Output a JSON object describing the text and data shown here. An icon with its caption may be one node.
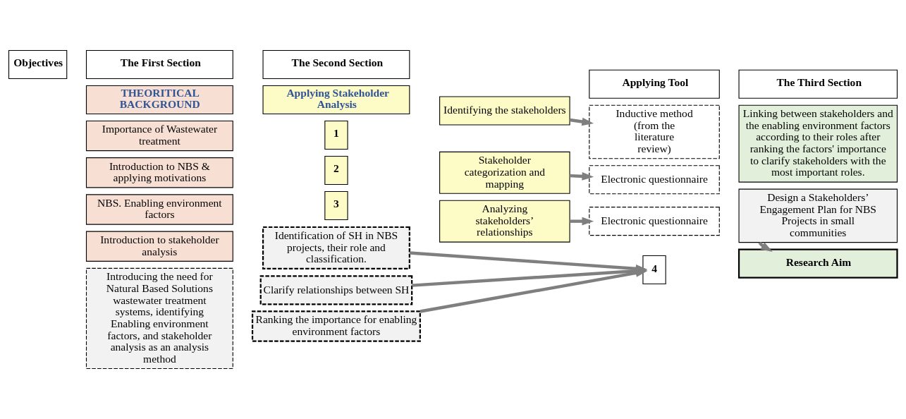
{
  "diagram": {
    "nodes": [
      {
        "text": [
          "The First Section"
        ]
      },
      {
        "text": [
          "THEORITICAL BACKGROUND"
        ]
      },
      {
        "text": [
          "Importance of Wastewater treatment"
        ]
      },
      {
        "text": [
          "Introduction to NBS & applying motivations"
        ]
      },
      {
        "text": [
          "NBS. Enabling environment factors"
        ]
      },
      {
        "text": [
          "Introduction to stakeholder analysis"
        ]
      },
      {
        "text": [
          "The Second Section"
        ]
      },
      {
        "text": [
          "Applying Stakeholder Analysis"
        ]
      },
      {
        "text": [
          "1"
        ]
      },
      {
        "text": [
          "Identifying the stakeholders"
        ]
      },
      {
        "text": [
          "2"
        ]
      },
      {
        "text": [
          "Stakeholder categorization and mapping"
        ]
      },
      {
        "text": [
          "3"
        ]
      },
      {
        "text": [
          "Analyzing stakeholders’ relationships"
        ]
      },
      {
        "text": [
          "Applying Tool"
        ]
      },
      {
        "text": [
          "Inductive method (from the literature review)"
        ]
      },
      {
        "text": [
          "Electronic questionnaire"
        ]
      },
      {
        "text": [
          "Electronic questionnaire"
        ]
      },
      {
        "text": [
          "The Third Section"
        ]
      },
      {
        "text": [
          "Linking between stakeholders and the enabling environment factors according to their roles after ranking the factors' importance to clarify stakeholders with the most important roles."
        ]
      },
      {
        "text": [
          "Objectives"
        ]
      },
      {
        "text": [
          "Introducing the need for Natural Based Solutions wastewater treatment systems, identifying Enabling environment factors, and stakeholder analysis as an analysis method"
        ]
      },
      {
        "text": [
          "Identification of SH in NBS projects, their role and classification."
        ]
      },
      {
        "text": [
          "Clarify relationships between SH"
        ]
      },
      {
        "text": [
          "Ranking the importance for enabling environment factors"
        ]
      },
      {
        "text": [
          "4"
        ]
      },
      {
        "text": [
          "Design a Stakeholders’ Engagement Plan for NBS Projects in small communities"
        ]
      },
      {
        "text": [
          "Research Aim"
        ]
      }
    ],
    "edges": [
      {
        "from": 9,
        "to": 15,
        "arrow": "to"
      },
      {
        "from": 11,
        "to": 16,
        "arrow": "to"
      },
      {
        "from": 13,
        "to": 17,
        "arrow": "to"
      },
      {
        "from": 22,
        "to": 25,
        "arrow": "to"
      },
      {
        "from": 23,
        "to": 25,
        "arrow": "to"
      },
      {
        "from": 24,
        "to": 25,
        "arrow": "to"
      },
      {
        "from": 26,
        "to": 27,
        "arrow": "to"
      }
    ]
  }
}
